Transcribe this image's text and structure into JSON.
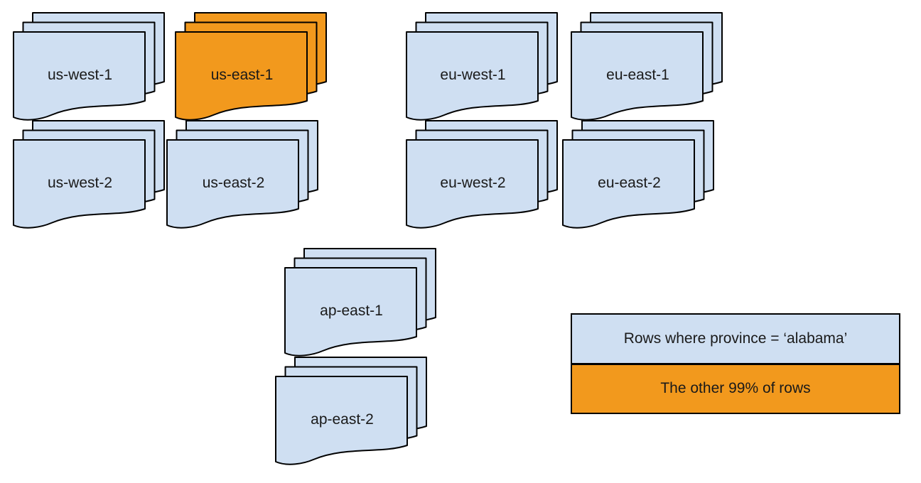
{
  "colors": {
    "region_fill": "#CFDFF2",
    "highlight_fill": "#F2991D",
    "outline": "#000000",
    "text": "#1A1A1A",
    "background": "#FFFFFF"
  },
  "diagram": {
    "stacks": [
      {
        "label": "us-west-1",
        "fill": "region"
      },
      {
        "label": "us-east-1",
        "fill": "highlight"
      },
      {
        "label": "eu-west-1",
        "fill": "region"
      },
      {
        "label": "eu-east-1",
        "fill": "region"
      },
      {
        "label": "us-west-2",
        "fill": "region"
      },
      {
        "label": "us-east-2",
        "fill": "region"
      },
      {
        "label": "eu-west-2",
        "fill": "region"
      },
      {
        "label": "eu-east-2",
        "fill": "region"
      },
      {
        "label": "ap-east-1",
        "fill": "region"
      },
      {
        "label": "ap-east-2",
        "fill": "region"
      }
    ]
  },
  "legend": {
    "items": [
      {
        "label": "Rows where province = ‘alabama’",
        "fill": "region"
      },
      {
        "label": "The other 99% of rows",
        "fill": "highlight"
      }
    ]
  }
}
